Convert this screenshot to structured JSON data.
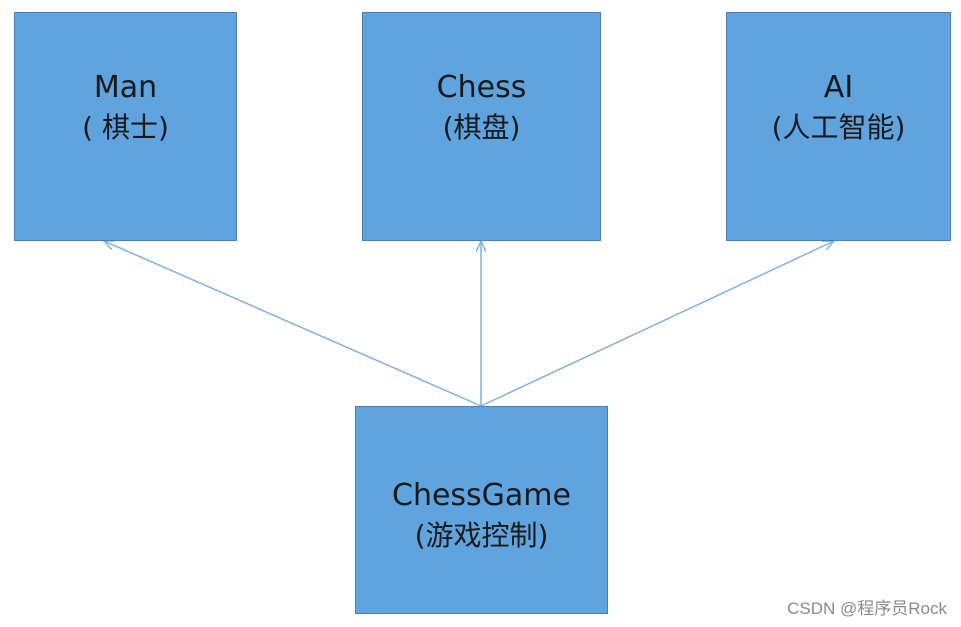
{
  "nodes": {
    "man": {
      "title": "Man",
      "subtitle": "( 棋士)"
    },
    "chess": {
      "title": "Chess",
      "subtitle": "(棋盘)"
    },
    "ai": {
      "title": "AI",
      "subtitle": "(人工智能)"
    },
    "game": {
      "title": "ChessGame",
      "subtitle": "(游戏控制)"
    }
  },
  "edges": [
    {
      "from": "game",
      "to": "man"
    },
    {
      "from": "game",
      "to": "chess"
    },
    {
      "from": "game",
      "to": "ai"
    }
  ],
  "colors": {
    "box_fill": "#5fa3df",
    "box_border": "#4a7fb5",
    "arrow": "#7fb1e0",
    "text": "#1a1a1a",
    "watermark": "#8a8a8a"
  },
  "watermark": "CSDN @程序员Rock"
}
